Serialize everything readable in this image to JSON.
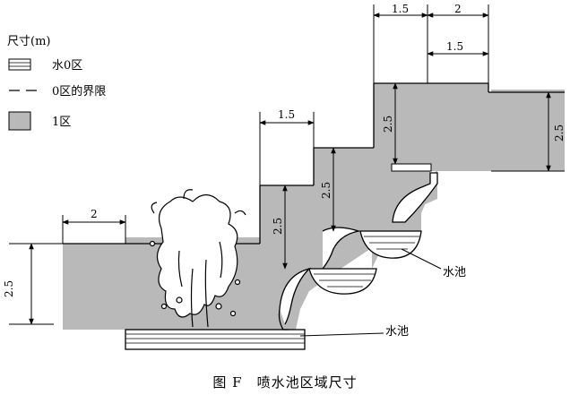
{
  "legend": {
    "title": "尺寸(m)",
    "items": [
      {
        "label": "水0区",
        "symbol": "hatched-box"
      },
      {
        "label": "0区的界限",
        "symbol": "dashed-line"
      },
      {
        "label": "1区",
        "symbol": "gray-box"
      }
    ]
  },
  "dimensions": {
    "top_left": "1.5",
    "top_right": "2",
    "top_inner": "1.5",
    "mid": "1.5",
    "left_width": "2",
    "left_height": "2.5",
    "step_a": "2.5",
    "step_b": "2.5",
    "step_c": "2.5",
    "right_height": "2.5"
  },
  "labels": {
    "pool_right": "水池",
    "pool_bottom": "水池"
  },
  "caption": "图 F　喷水池区域尺寸",
  "colors": {
    "zone1_fill": "#b9b9b9",
    "line": "#000000",
    "background": "#ffffff"
  }
}
